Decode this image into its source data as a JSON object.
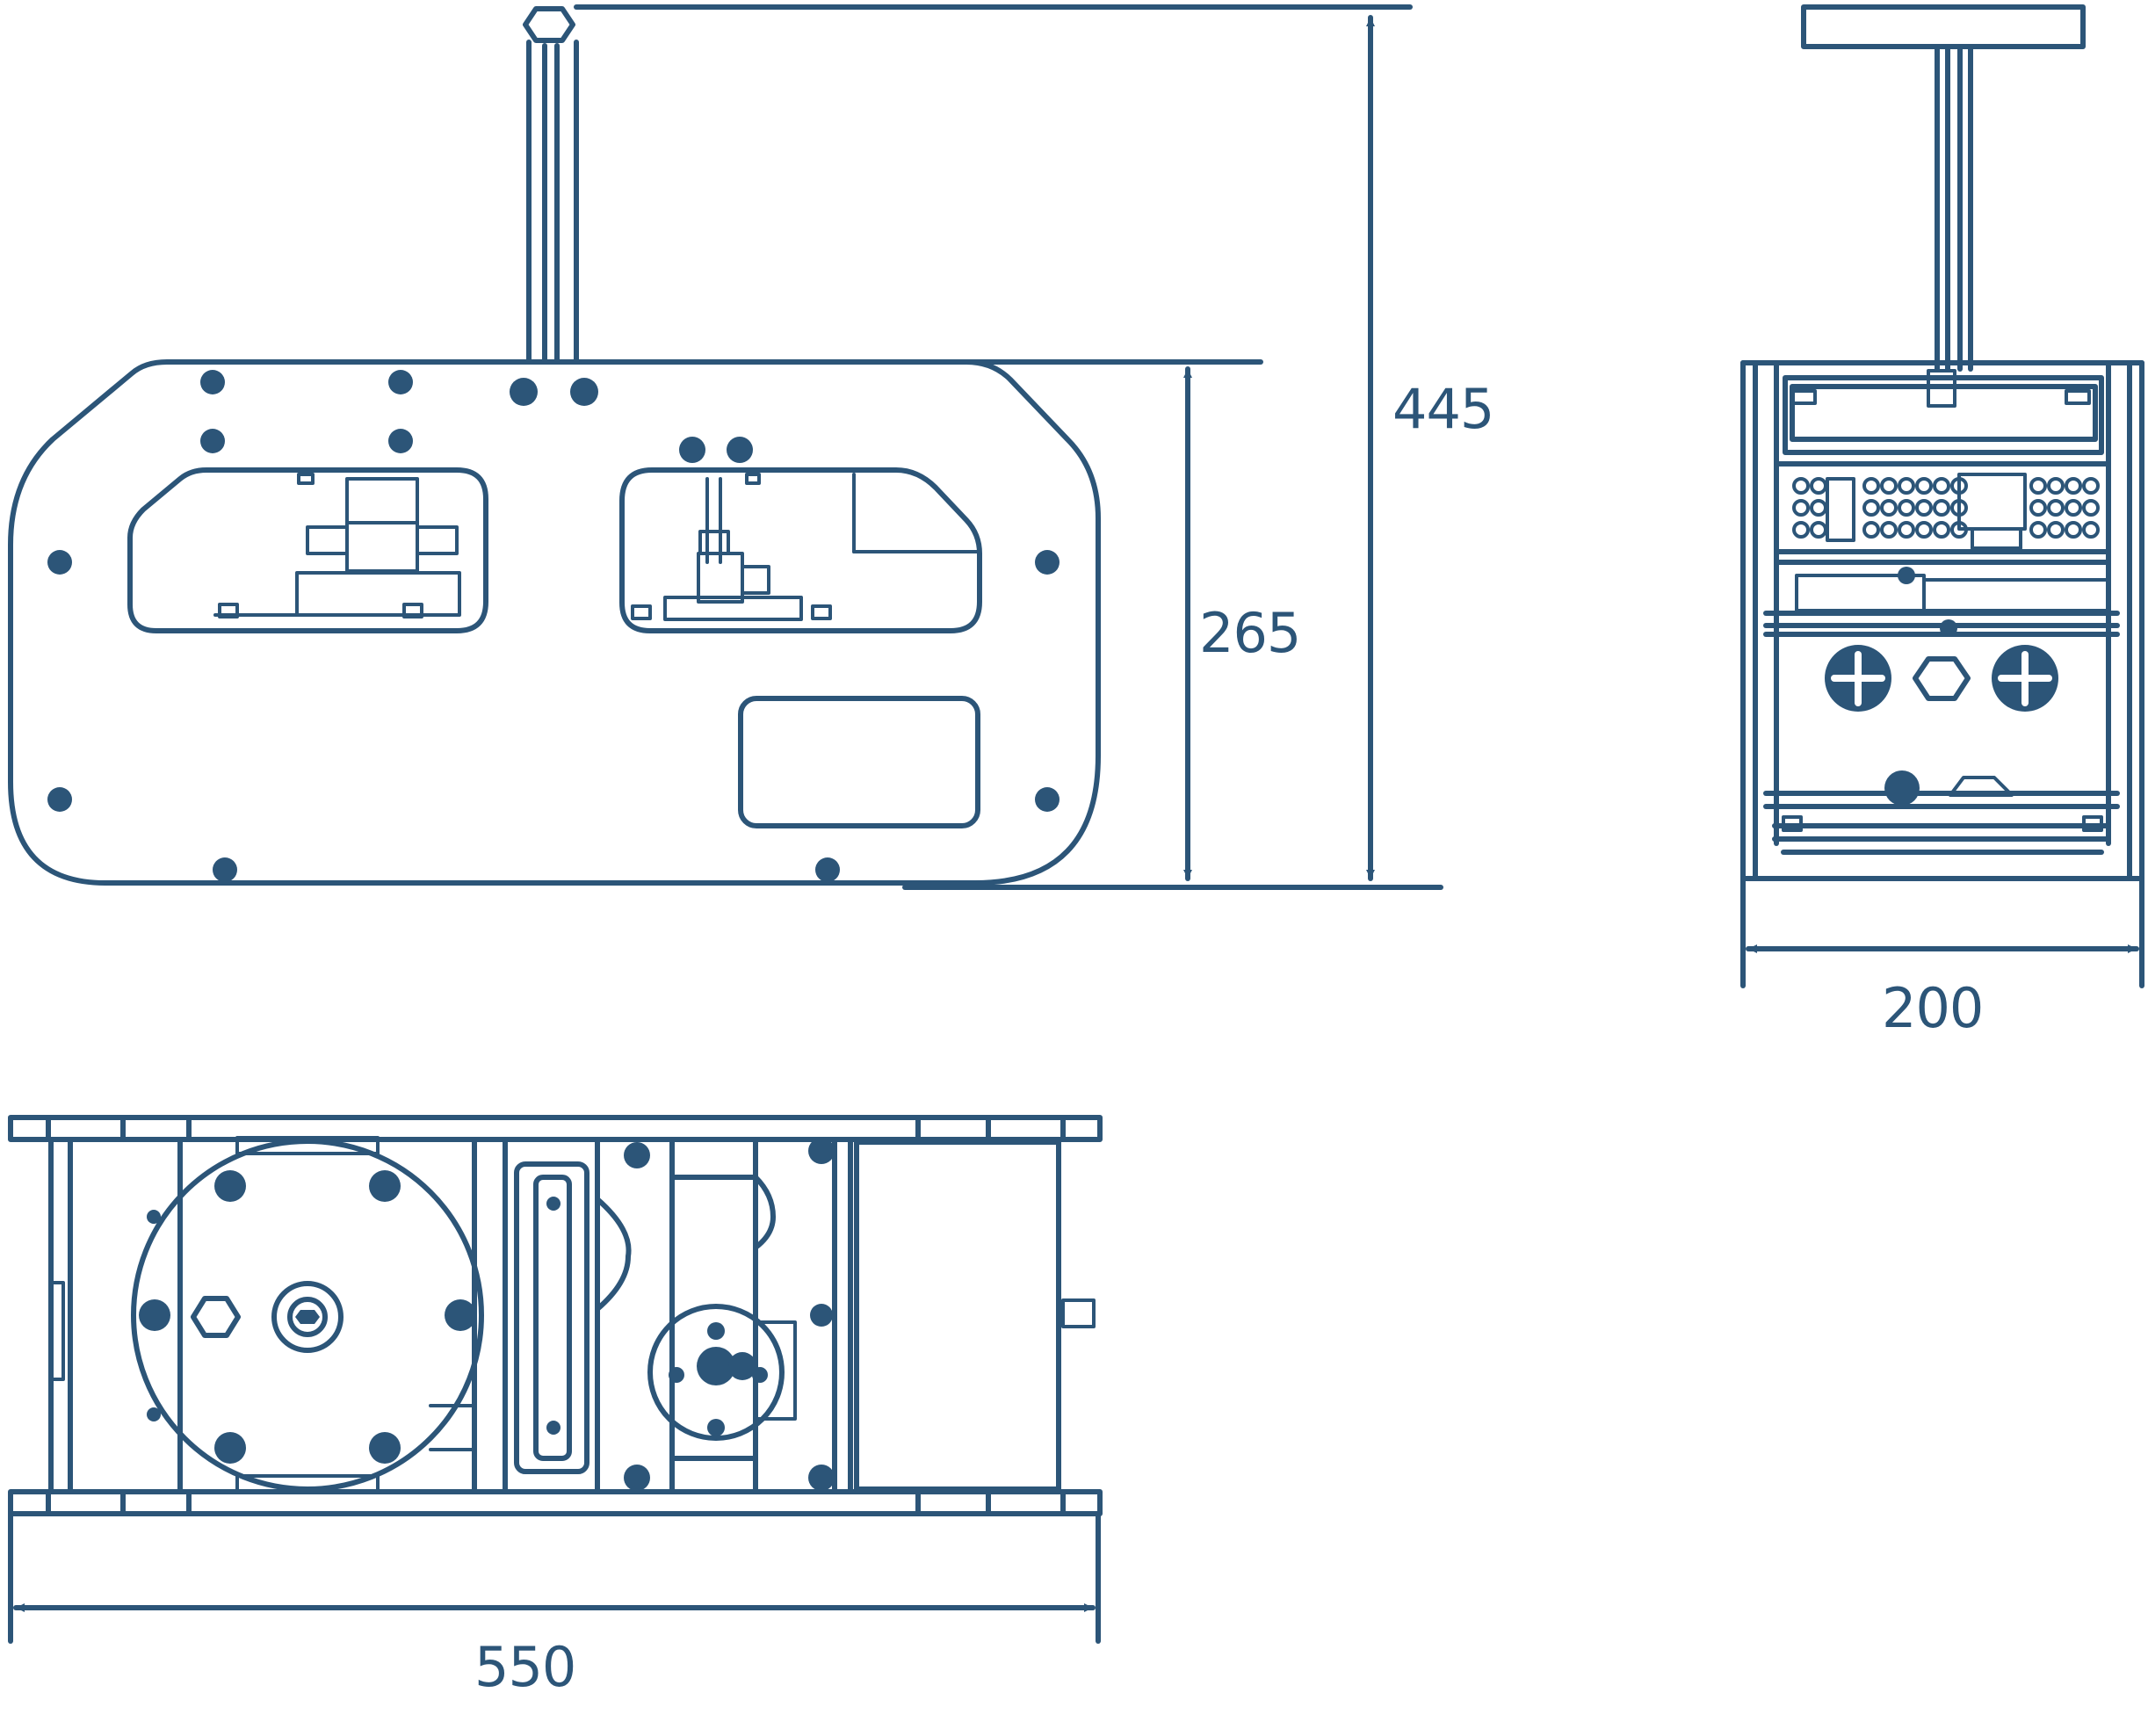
{
  "colors": {
    "stroke": "#2c5578",
    "background": "#ffffff"
  },
  "dimensions": {
    "overall_height": "445",
    "body_height": "265",
    "width": "200",
    "length": "550"
  }
}
